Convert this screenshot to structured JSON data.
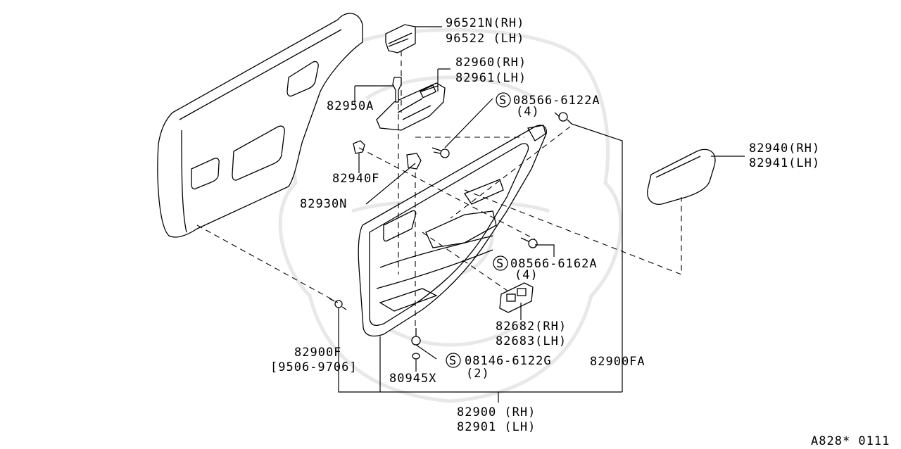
{
  "labels": {
    "p96521": "96521N(RH)",
    "p96522": "96522 (LH)",
    "p82960": "82960(RH)",
    "p82961": "82961(LH)",
    "p82950A": "82950A",
    "s08566_6122A": "08566-6122A",
    "s08566_6122A_qty": "(4)",
    "p82940": "82940(RH)",
    "p82941": "82941(LH)",
    "p82940F": "82940F",
    "p82930N": "82930N",
    "s08566_6162A": "08566-6162A",
    "s08566_6162A_qty": "(4)",
    "p82682": "82682(RH)",
    "p82683": "82683(LH)",
    "p82900F": "82900F",
    "p82900F_range": "[9506-9706]",
    "s08146_6122G": "08146-6122G",
    "s08146_6122G_qty": "(2)",
    "p80945X": "80945X",
    "p82900FA": "82900FA",
    "p82900": "82900 (RH)",
    "p82901": "82901 (LH)",
    "diagram_code": "A828* 0111",
    "s_symbol": "S"
  }
}
